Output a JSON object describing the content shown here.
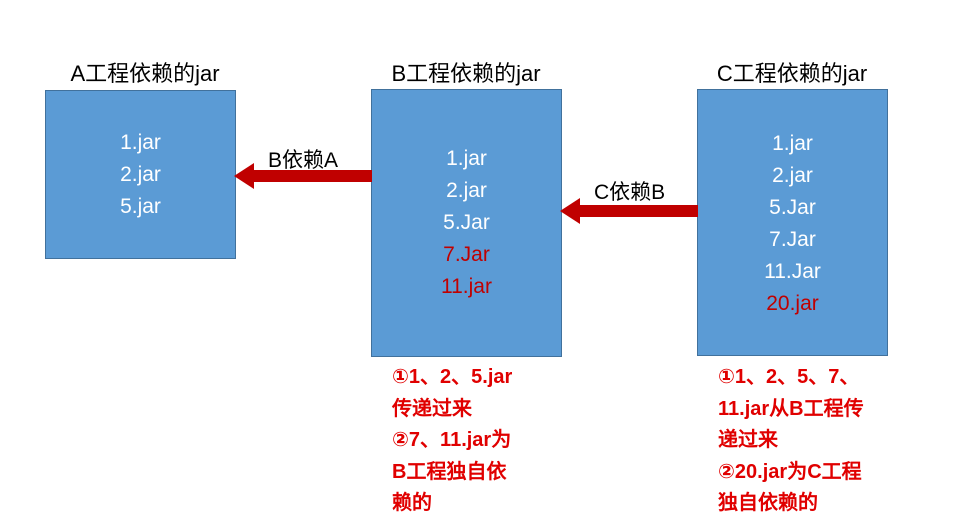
{
  "projects": {
    "a": {
      "title": "A工程依赖的jar",
      "items": [
        {
          "label": "1.jar",
          "color": "#ffffff"
        },
        {
          "label": "2.jar",
          "color": "#ffffff"
        },
        {
          "label": "5.jar",
          "color": "#ffffff"
        }
      ]
    },
    "b": {
      "title": "B工程依赖的jar",
      "items": [
        {
          "label": "1.jar",
          "color": "#ffffff"
        },
        {
          "label": "2.jar",
          "color": "#ffffff"
        },
        {
          "label": "5.Jar",
          "color": "#ffffff"
        },
        {
          "label": "7.Jar",
          "color": "#c00000"
        },
        {
          "label": "11.jar",
          "color": "#c00000"
        }
      ]
    },
    "c": {
      "title": "C工程依赖的jar",
      "items": [
        {
          "label": "1.jar",
          "color": "#ffffff"
        },
        {
          "label": "2.jar",
          "color": "#ffffff"
        },
        {
          "label": "5.Jar",
          "color": "#ffffff"
        },
        {
          "label": "7.Jar",
          "color": "#ffffff"
        },
        {
          "label": "11.Jar",
          "color": "#ffffff"
        },
        {
          "label": "20.jar",
          "color": "#c00000"
        }
      ]
    }
  },
  "arrows": {
    "b_to_a": "B依赖A",
    "c_to_b": "C依赖B"
  },
  "notes": {
    "b": [
      "①1、2、5.jar",
      "传递过来",
      "②7、11.jar为",
      "B工程独自依",
      "赖的"
    ],
    "c": [
      "①1、2、5、7、",
      "11.jar从B工程传",
      "递过来",
      "②20.jar为C工程",
      "独自依赖的"
    ]
  },
  "colors": {
    "box_fill": "#5b9bd5",
    "box_border": "#41719c",
    "arrow": "#c00000",
    "highlight_text": "#c00000",
    "note_text": "#e00000"
  }
}
